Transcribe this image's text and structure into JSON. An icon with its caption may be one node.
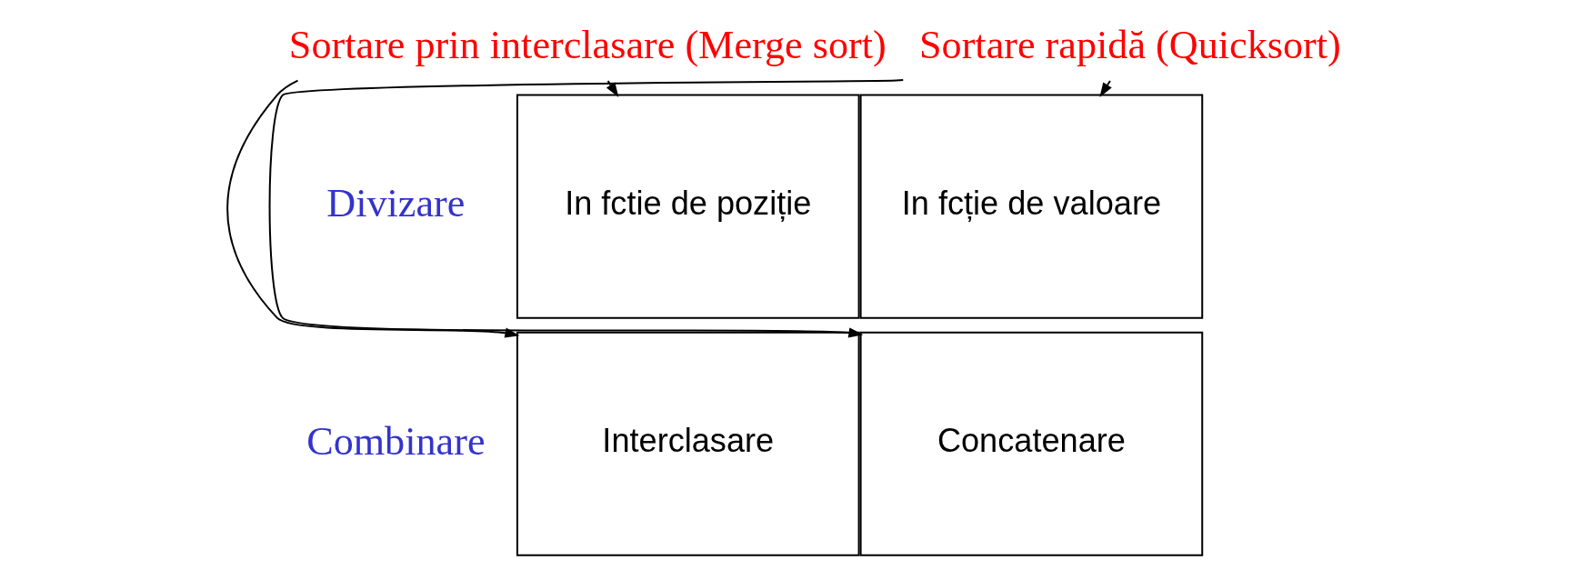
{
  "diagram": {
    "nodes": [
      {
        "text": [
          "Sortare prin interclasare (Merge sort)"
        ]
      },
      {
        "text": [
          "Sortare rapidă (Quicksort)"
        ]
      },
      {
        "text": [
          "In fctie de poziție"
        ]
      },
      {
        "text": [
          "In fcție de valoare"
        ]
      },
      {
        "text": [
          "Interclasare"
        ]
      },
      {
        "text": [
          "Concatenare"
        ]
      }
    ],
    "edges": [
      {
        "from": 0,
        "to": 2,
        "arrow": "to"
      },
      {
        "from": 0,
        "to": 4,
        "arrow": "to"
      },
      {
        "from": 1,
        "to": 3,
        "arrow": "to"
      },
      {
        "from": 1,
        "to": 5,
        "arrow": "to"
      }
    ],
    "labels": [
      "Divizare",
      "Combinare"
    ]
  }
}
